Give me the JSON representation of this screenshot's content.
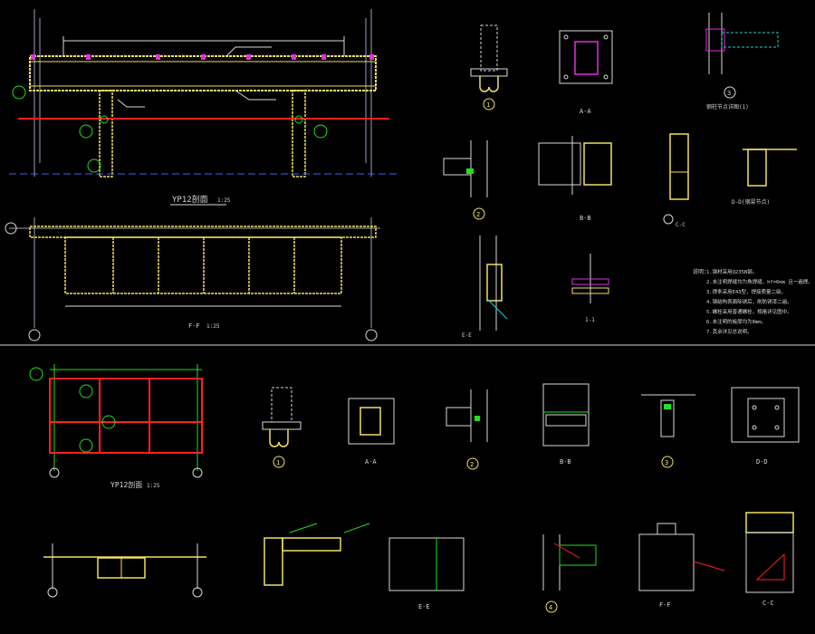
{
  "colors": {
    "background": "#000000",
    "beam": "#f0e060",
    "frame_red": "#ff2020",
    "grid_line": "#9aa0c0",
    "dim_line": "#d8d8d8",
    "marker": "#20e020",
    "bolt": "#e030e0",
    "cyan": "#20d0d0",
    "blue": "#2040ff"
  },
  "top": {
    "elevation_caption": "YP12剖面",
    "elevation_scale": "1:25",
    "section_ff_caption": "F-F",
    "section_ff_scale": "1:25",
    "section_marker_1": "1",
    "section_marker_2": "2",
    "section_marker_3": "3",
    "section_aa": "A-A",
    "section_bb": "B-B",
    "section_cc": "C-C",
    "section_dd": "D-D(钢梁节点)",
    "section_ee": "E-E",
    "section_11": "1-1",
    "joint_label_3": "钢柱节点详图(1)",
    "notes_title": "说明：",
    "notes": [
      "1.钢材采用Q235B钢。",
      "2.未注明焊缝均为角焊缝，hf=6mm 且一遍焊。",
      "3.焊条采用E43型，焊接质量二级。",
      "4.钢结构表面除锈后，刷防锈漆二遍。",
      "5.螺栓采用普通螺栓，规格详见图中。",
      "6.未注明的板厚均为8mm。",
      "7.其余详见总说明。"
    ]
  },
  "bottom": {
    "elevation_caption": "YP12剖面",
    "elevation_scale": "1:25",
    "marker_1": "1",
    "marker_2": "2",
    "marker_3": "3",
    "marker_4": "4",
    "section_aa": "A-A",
    "section_bb": "B-B",
    "section_dd": "D-D",
    "section_ee": "E-E",
    "section_ff": "F-F",
    "section_cc": "C-C"
  }
}
